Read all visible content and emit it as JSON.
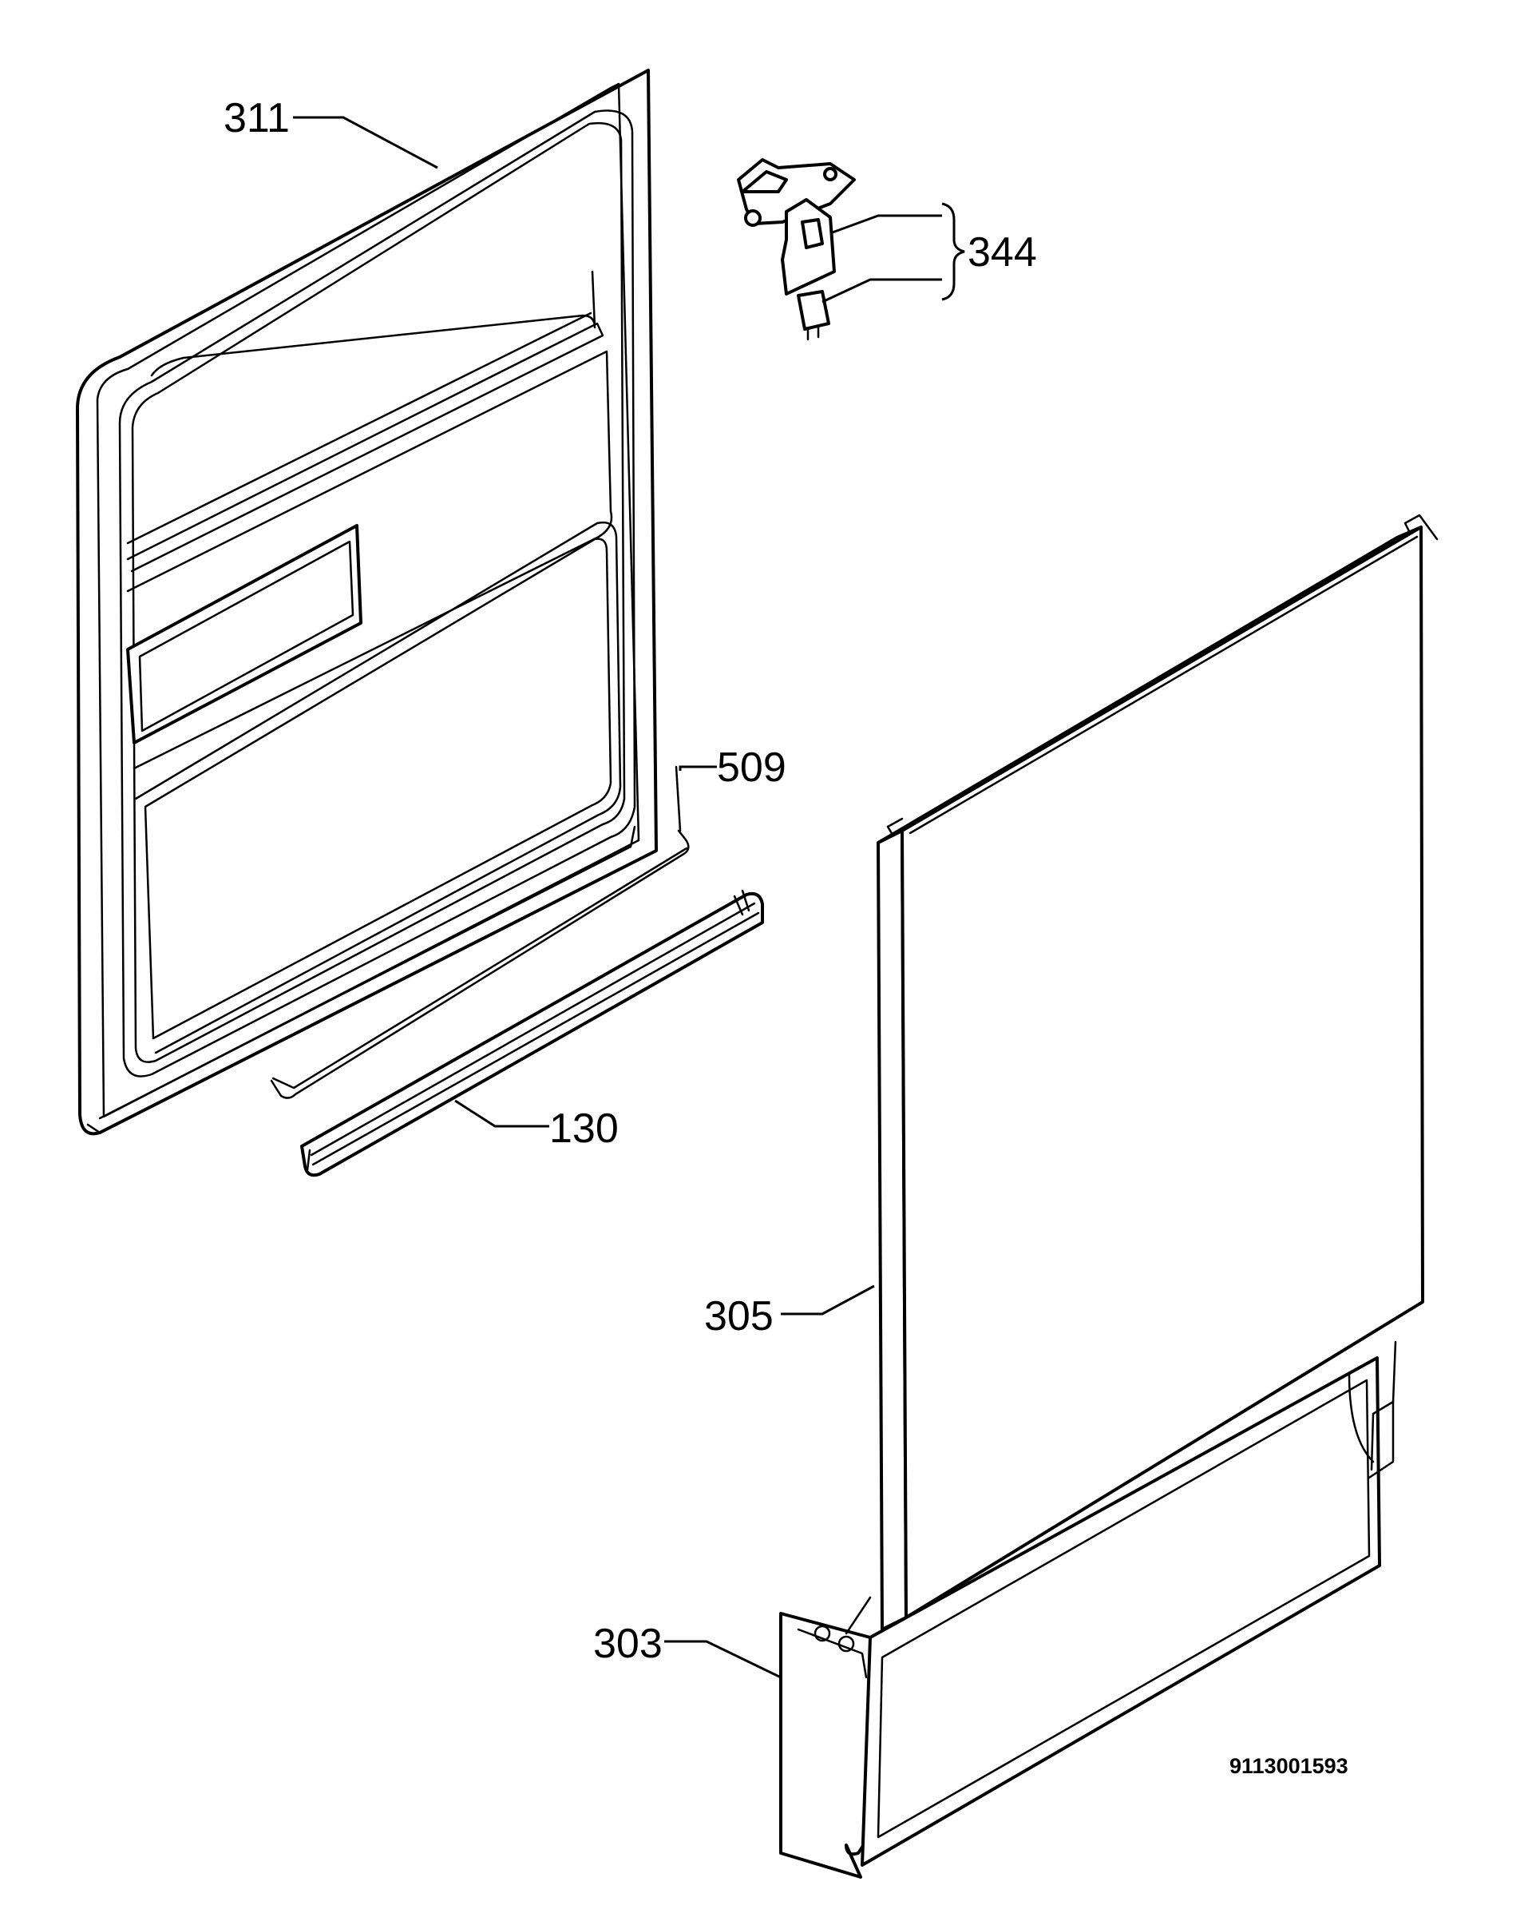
{
  "callouts": {
    "door_inner": "311",
    "lock_assembly": "344",
    "hinge_rod": "509",
    "seal": "130",
    "door_outer": "305",
    "plinth": "303"
  },
  "drawing_code": "9113001593"
}
